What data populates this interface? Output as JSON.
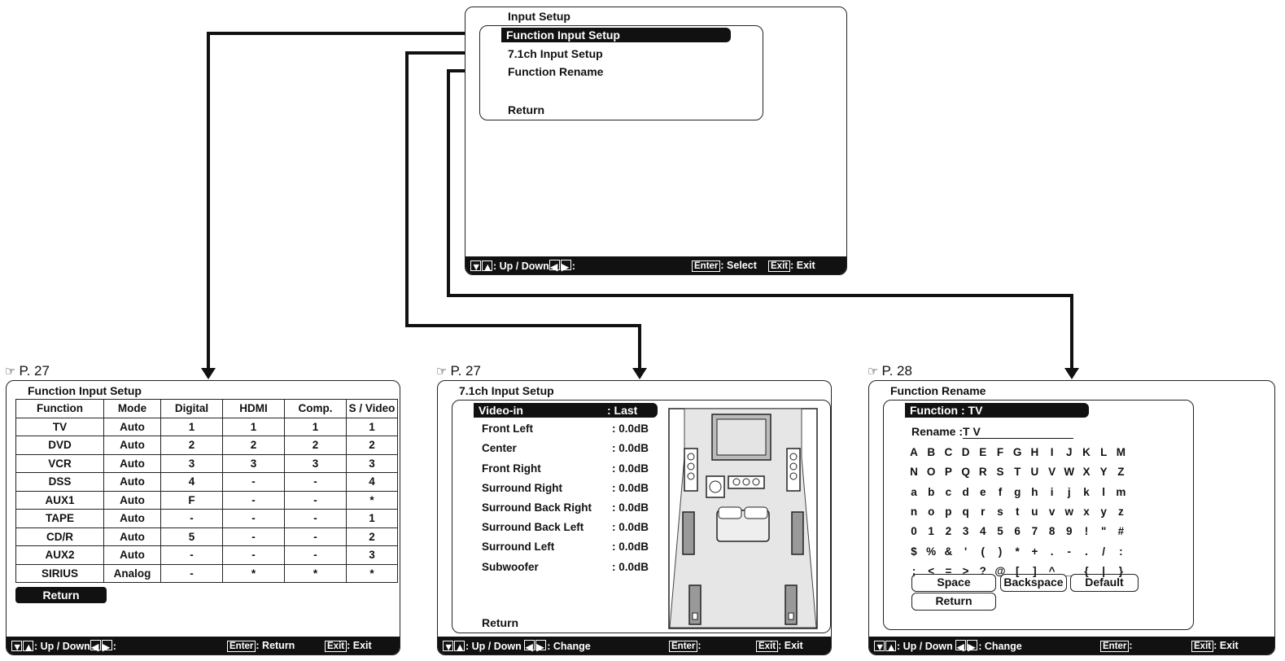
{
  "main": {
    "title": "Input Setup",
    "items": [
      "Function Input Setup",
      "7.1ch Input Setup",
      "Function Rename"
    ],
    "return": "Return",
    "bar": {
      "updown": ": Up / Down",
      "enter_key": "Enter",
      "enter_label": ": Select",
      "exit_key": "Exit",
      "exit_label": ": Exit"
    }
  },
  "refs": {
    "a": "P. 27",
    "b": "P. 27",
    "c": "P. 28"
  },
  "fis": {
    "title": "Function Input Setup",
    "headers": [
      "Function",
      "Mode",
      "Digital",
      "HDMI",
      "Comp.",
      "S / Video"
    ],
    "rows": [
      [
        "TV",
        "Auto",
        "1",
        "1",
        "1",
        "1"
      ],
      [
        "DVD",
        "Auto",
        "2",
        "2",
        "2",
        "2"
      ],
      [
        "VCR",
        "Auto",
        "3",
        "3",
        "3",
        "3"
      ],
      [
        "DSS",
        "Auto",
        "4",
        "-",
        "-",
        "4"
      ],
      [
        "AUX1",
        "Auto",
        "F",
        "-",
        "-",
        "*"
      ],
      [
        "TAPE",
        "Auto",
        "-",
        "-",
        "-",
        "1"
      ],
      [
        "CD/R",
        "Auto",
        "5",
        "-",
        "-",
        "2"
      ],
      [
        "AUX2",
        "Auto",
        "-",
        "-",
        "-",
        "3"
      ],
      [
        "SIRIUS",
        "Analog",
        "-",
        "*",
        "*",
        "*"
      ]
    ],
    "return": "Return",
    "bar": {
      "updown": ": Up / Down",
      "enter_key": "Enter",
      "enter_label": ": Return",
      "exit_key": "Exit",
      "exit_label": ": Exit"
    }
  },
  "ch71": {
    "title": "7.1ch Input Setup",
    "rows": [
      {
        "label": "Video-in",
        "value": ": Last"
      },
      {
        "label": "Front Left",
        "value": ": 0.0dB"
      },
      {
        "label": "Center",
        "value": ": 0.0dB"
      },
      {
        "label": "Front Right",
        "value": ": 0.0dB"
      },
      {
        "label": "Surround Right",
        "value": ": 0.0dB"
      },
      {
        "label": "Surround Back Right",
        "value": ": 0.0dB"
      },
      {
        "label": "Surround Back Left",
        "value": ": 0.0dB"
      },
      {
        "label": "Surround Left",
        "value": ": 0.0dB"
      },
      {
        "label": "Subwoofer",
        "value": ": 0.0dB"
      }
    ],
    "return": "Return",
    "bar": {
      "updown": ": Up / Down",
      "change": ": Change",
      "enter_key": "Enter",
      "enter_label": ":",
      "exit_key": "Exit",
      "exit_label": ": Exit"
    }
  },
  "rename": {
    "title": "Function Rename",
    "function": "Function : TV",
    "rename_label": "Rename :",
    "rename_value": "T V",
    "chars": [
      [
        "A",
        "B",
        "C",
        "D",
        "E",
        "F",
        "G",
        "H",
        "I",
        "J",
        "K",
        "L",
        "M"
      ],
      [
        "N",
        "O",
        "P",
        "Q",
        "R",
        "S",
        "T",
        "U",
        "V",
        "W",
        "X",
        "Y",
        "Z"
      ],
      [
        "a",
        "b",
        "c",
        "d",
        "e",
        "f",
        "g",
        "h",
        "i",
        "j",
        "k",
        "l",
        "m"
      ],
      [
        "n",
        "o",
        "p",
        "q",
        "r",
        "s",
        "t",
        "u",
        "v",
        "w",
        "x",
        "y",
        "z"
      ],
      [
        "0",
        "1",
        "2",
        "3",
        "4",
        "5",
        "6",
        "7",
        "8",
        "9",
        "!",
        "\"",
        "#"
      ],
      [
        "$",
        "%",
        "&",
        "'",
        "(",
        ")",
        "*",
        "+",
        ".",
        "-",
        ".",
        "/",
        ":"
      ],
      [
        ";",
        "<",
        "=",
        ">",
        "?",
        "@",
        "[",
        "]",
        "^",
        "_",
        "{",
        "|",
        "}"
      ]
    ],
    "buttons": [
      "Space",
      "Backspace",
      "Default",
      "Return"
    ],
    "bar": {
      "updown": ": Up / Down",
      "change": ": Change",
      "enter_key": "Enter",
      "enter_label": ":",
      "exit_key": "Exit",
      "exit_label": ": Exit"
    }
  }
}
